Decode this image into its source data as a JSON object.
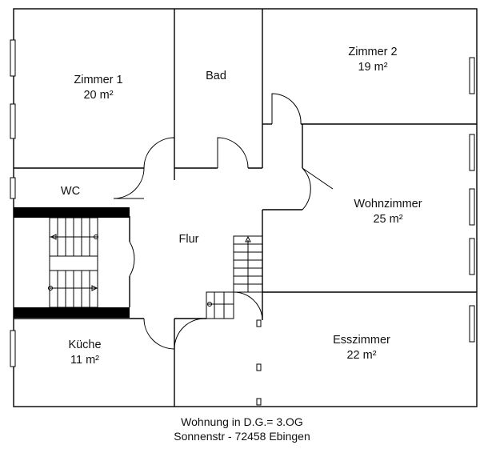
{
  "rooms": {
    "zimmer1": {
      "name": "Zimmer 1",
      "area": "20 m²"
    },
    "bad": {
      "name": "Bad"
    },
    "zimmer2": {
      "name": "Zimmer 2",
      "area": "19 m²"
    },
    "wc": {
      "name": "WC"
    },
    "flur": {
      "name": "Flur"
    },
    "wohnzimmer": {
      "name": "Wohnzimmer",
      "area": "25 m²"
    },
    "kueche": {
      "name": "Küche",
      "area": "11 m²"
    },
    "esszimmer": {
      "name": "Esszimmer",
      "area": "22 m²"
    }
  },
  "caption": {
    "line1": "Wohnung in D.G.= 3.OG",
    "line2": "Sonnenstr - 72458 Ebingen"
  }
}
